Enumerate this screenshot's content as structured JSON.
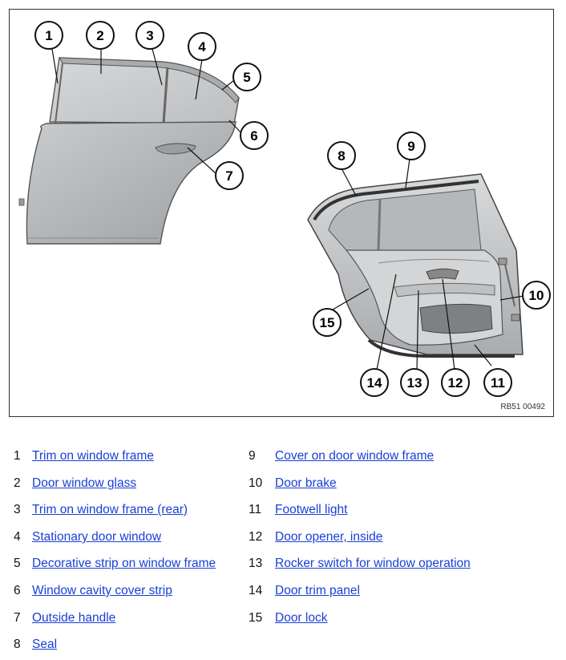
{
  "figure": {
    "code": "RB51 00492",
    "callouts": [
      "1",
      "2",
      "3",
      "4",
      "5",
      "6",
      "7",
      "8",
      "9",
      "10",
      "11",
      "12",
      "13",
      "14",
      "15"
    ]
  },
  "legend": [
    {
      "num": "1",
      "label": "Trim on window frame"
    },
    {
      "num": "2",
      "label": "Door window glass"
    },
    {
      "num": "3",
      "label": "Trim on window frame (rear)"
    },
    {
      "num": "4",
      "label": "Stationary door window"
    },
    {
      "num": "5",
      "label": "Decorative strip on window frame"
    },
    {
      "num": "6",
      "label": "Window cavity cover strip"
    },
    {
      "num": "7",
      "label": "Outside handle"
    },
    {
      "num": "8",
      "label": "Seal"
    },
    {
      "num": "9",
      "label": "Cover on door window frame"
    },
    {
      "num": "10",
      "label": "Door brake"
    },
    {
      "num": "11",
      "label": "Footwell light"
    },
    {
      "num": "12",
      "label": "Door opener, inside"
    },
    {
      "num": "13",
      "label": "Rocker switch for window operation"
    },
    {
      "num": "14",
      "label": "Door trim panel"
    },
    {
      "num": "15",
      "label": "Door lock"
    }
  ]
}
